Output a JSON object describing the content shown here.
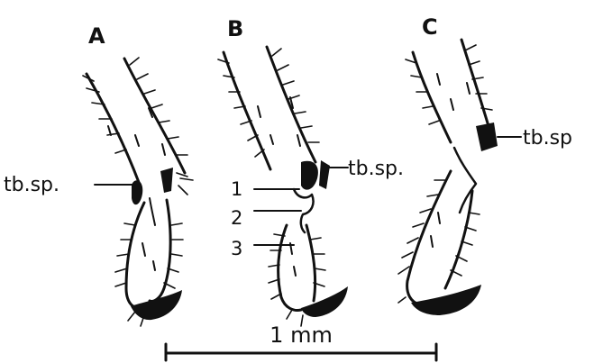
{
  "panels": [
    "A",
    "B",
    "C"
  ],
  "annotations": {
    "tibial_spur_label": "tb.sp.",
    "tibial_spur_label_c": "tb.sp",
    "segments": [
      "1",
      "2",
      "3"
    ]
  },
  "scale_bar": {
    "label": "1 mm"
  }
}
